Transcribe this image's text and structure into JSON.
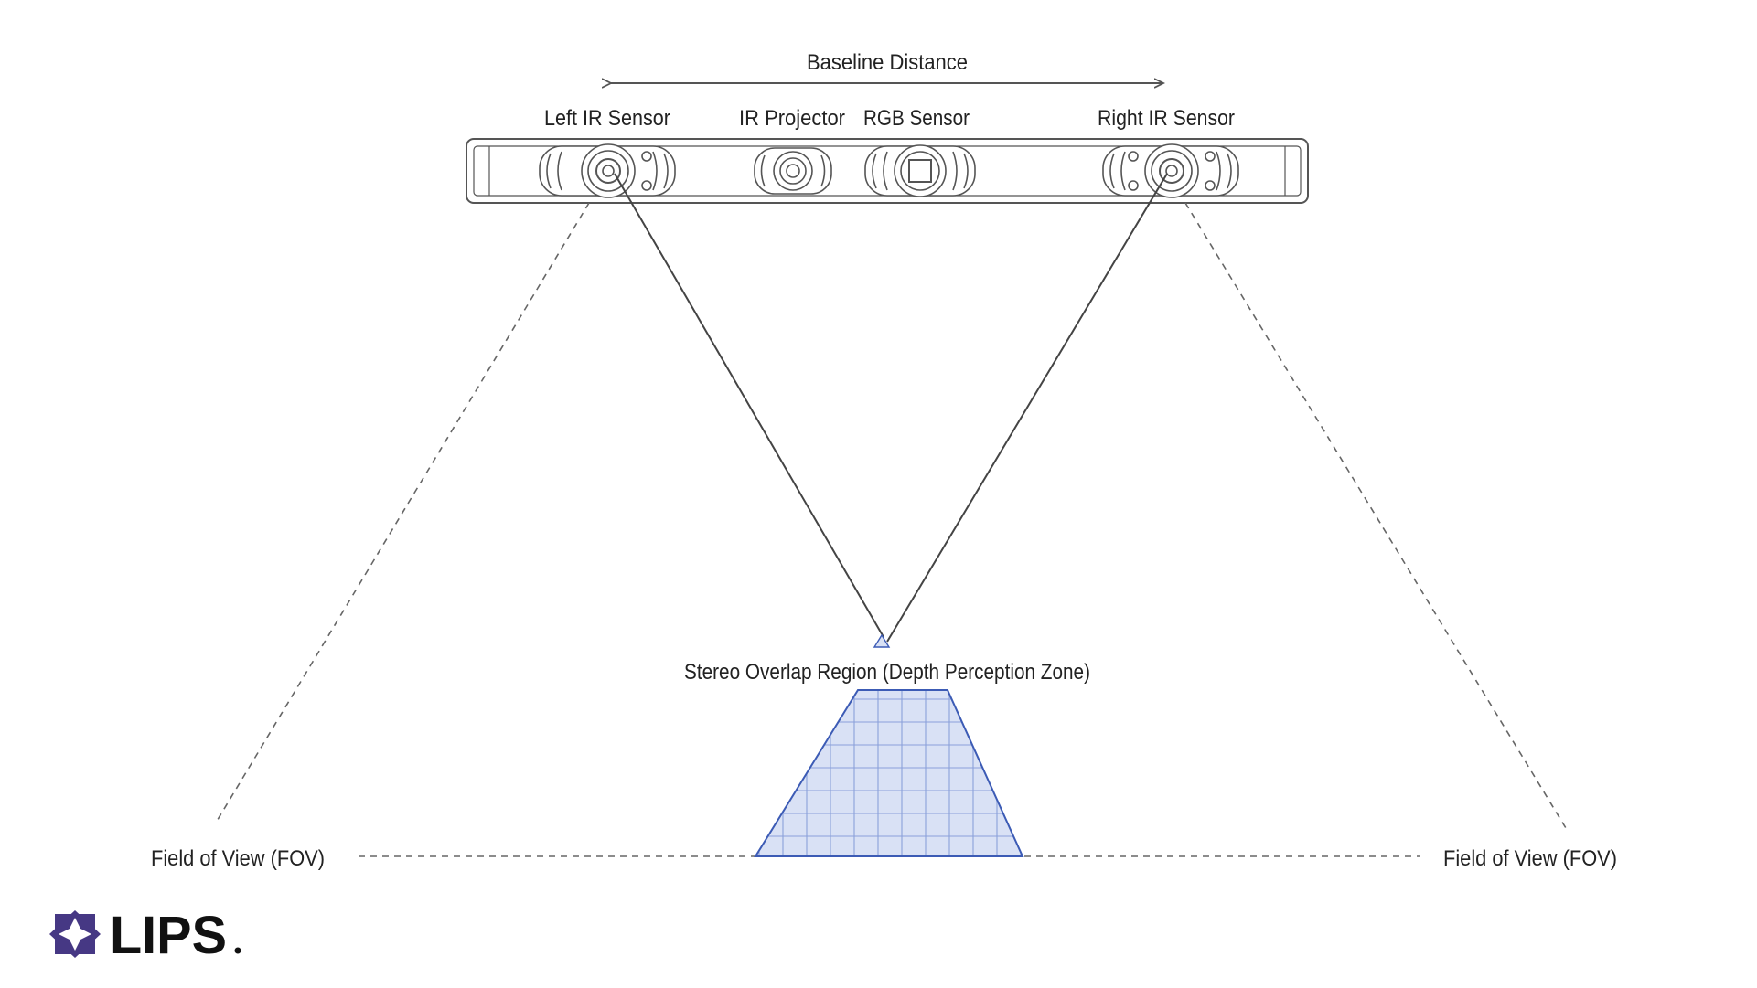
{
  "labels": {
    "baseline": "Baseline Distance",
    "left_ir": "Left IR Sensor",
    "ir_projector": "IR Projector",
    "rgb_sensor": "RGB Sensor",
    "right_ir": "Right IR Sensor",
    "overlap": "Stereo Overlap Region (Depth Perception Zone)",
    "fov_left": "Field of View (FOV)",
    "fov_right": "Field of View (FOV)"
  },
  "logo": {
    "text": "LIPS",
    "icon": "lips-star-logo-icon"
  },
  "colors": {
    "line": "#4a4a4a",
    "overlap_fill": "#d9e1f5",
    "overlap_grid": "#7f96d6",
    "overlap_edge": "#3c5bb5",
    "logo": "#463884"
  }
}
